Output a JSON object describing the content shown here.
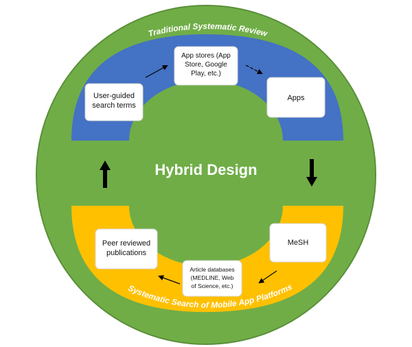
{
  "center_title": "Hybrid Design",
  "top_section": {
    "title": "Traditional Systematic Review",
    "boxes": {
      "search_terms": [
        "User-guided",
        "search terms"
      ],
      "app_stores": [
        "App stores (App",
        "Store, Google",
        "Play, etc.)"
      ],
      "apps": [
        "Apps"
      ]
    }
  },
  "bottom_section": {
    "title": "Systematic Search of Mobile App Platforms",
    "boxes": {
      "mesh": [
        "MeSH"
      ],
      "article_databases": [
        "Article databases",
        "(MEDLINE, Web",
        "of Science, etc.)"
      ],
      "peer_reviewed": [
        "Peer reviewed",
        "publications"
      ]
    }
  },
  "colors": {
    "ring": "#70AD47",
    "ring_border": "#5A8F38",
    "top_band": "#4472C4",
    "bottom_band": "#FFC000",
    "box_fill": "#FFFFFF",
    "arrow": "#000000"
  }
}
